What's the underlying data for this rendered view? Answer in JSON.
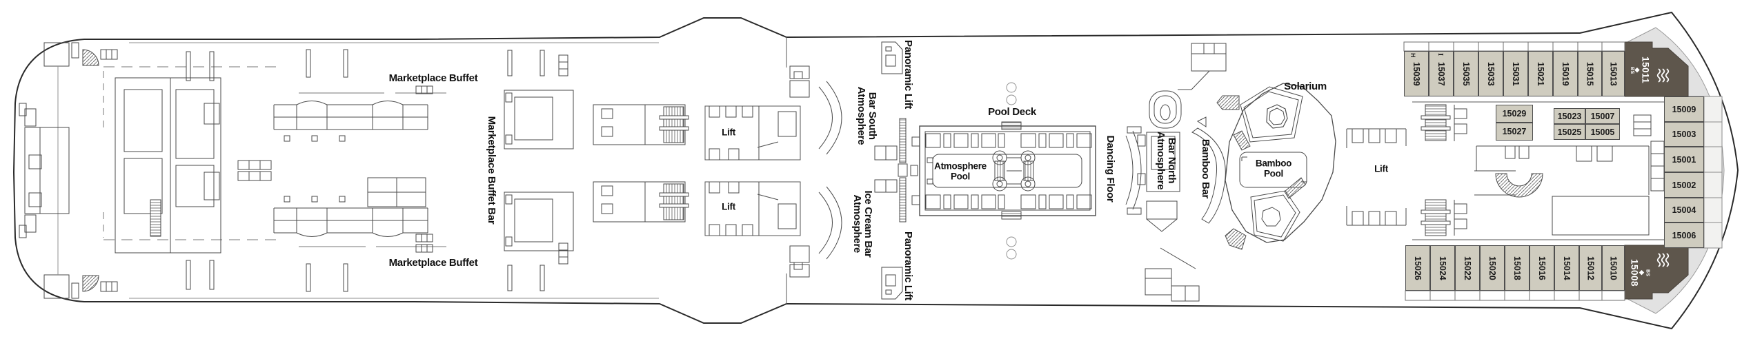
{
  "colors": {
    "line": "#3d3d3d",
    "line_light": "#8f8f8f",
    "cabin_fill": "#cfccbf",
    "cabin_border": "#4f4f4f",
    "suite_fill": "#5e564c",
    "suite_text": "#ffffff",
    "bow_deck_fill": "#e2e2e2",
    "label_color": "#111111"
  },
  "venues": {
    "marketplace_buffet_top": "Marketplace Buffet",
    "marketplace_buffet_bottom": "Marketplace Buffet",
    "marketplace_buffet_bar": "Marketplace Buffet Bar",
    "lift_mid_top": "Lift",
    "lift_mid_bottom": "Lift",
    "lift_forward": "Lift",
    "panoramic_lift_top": "Panoramic Lift",
    "panoramic_lift_bottom": "Panoramic Lift",
    "atmosphere_bar_south_l1": "Atmosphere",
    "atmosphere_bar_south_l2": "Bar South",
    "atmosphere_ice_cream_bar_l1": "Atmosphere",
    "atmosphere_ice_cream_bar_l2": "Ice Cream Bar",
    "pool_deck": "Pool Deck",
    "atmosphere_pool_l1": "Atmosphere",
    "atmosphere_pool_l2": "Pool",
    "dancing_floor": "Dancing Floor",
    "atmosphere_bar_north_l1": "Atmosphere",
    "atmosphere_bar_north_l2": "Bar North",
    "bamboo_bar": "Bamboo Bar",
    "bamboo_pool_l1": "Bamboo",
    "bamboo_pool_l2": "Pool",
    "solarium": "Solarium"
  },
  "cabins": {
    "suite_badge": "BS",
    "suite_diamond": "◆",
    "accessible_marker": "H",
    "connecting_marker": "I",
    "top_row": [
      "15039",
      "15037",
      "15035",
      "15033",
      "15031",
      "15021",
      "15019",
      "15015",
      "15013"
    ],
    "suite_top": "15011",
    "interior": {
      "a": "15029",
      "b": "15027",
      "c": "15023",
      "d": "15025",
      "e": "15007",
      "f": "15005"
    },
    "bow_column": [
      "15009",
      "15003",
      "15001",
      "15002",
      "15004",
      "15006"
    ],
    "bottom_row": [
      "15026",
      "15024",
      "15022",
      "15020",
      "15018",
      "15016",
      "15014",
      "15012",
      "15010"
    ],
    "suite_bottom": "15008"
  }
}
